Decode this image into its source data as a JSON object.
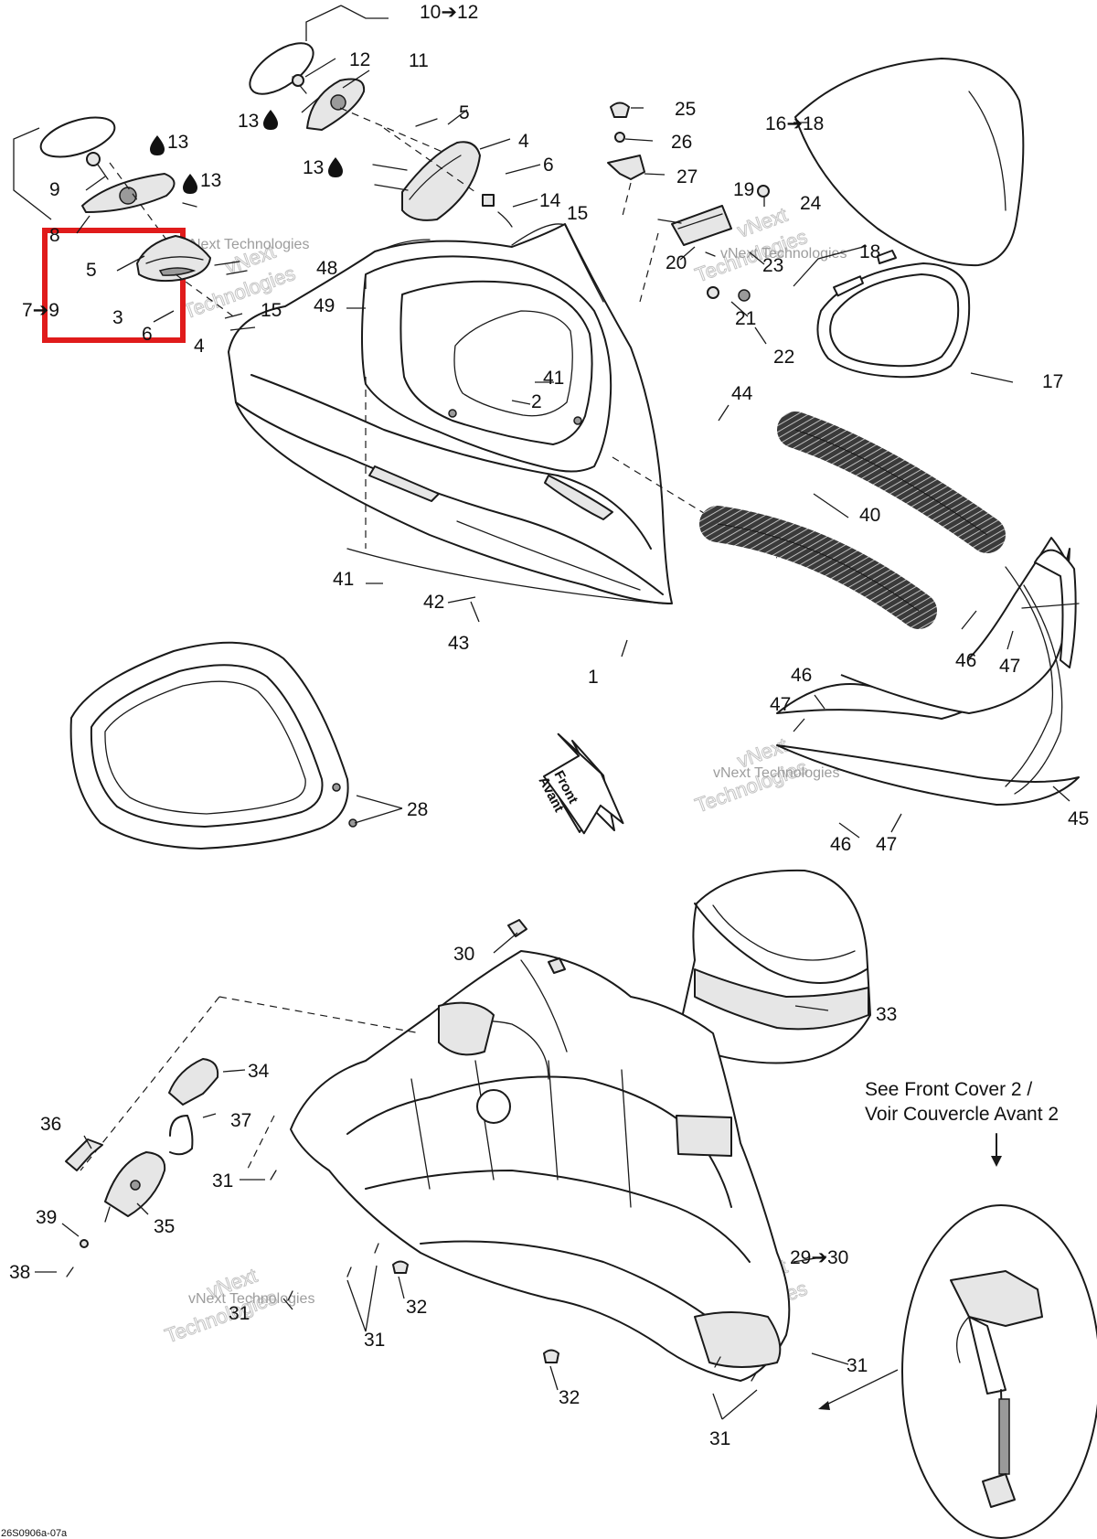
{
  "callouts": {
    "c1": "1",
    "c2": "2",
    "c3": "3",
    "c4a": "4",
    "c4b": "4",
    "c5a": "5",
    "c5b": "5",
    "c6a": "6",
    "c6b": "6",
    "c7_9": "7➔9",
    "c8": "8",
    "c9": "9",
    "c10_12": "10➔12",
    "c11": "11",
    "c12": "12",
    "c13a": "13",
    "c13b": "13",
    "c13c": "13",
    "c13d": "13",
    "c14": "14",
    "c15a": "15",
    "c15b": "15",
    "c16_18": "16➔18",
    "c17": "17",
    "c18": "18",
    "c19": "19",
    "c20": "20",
    "c21": "21",
    "c22": "22",
    "c23": "23",
    "c24": "24",
    "c25": "25",
    "c26": "26",
    "c27": "27",
    "c28": "28",
    "c29_30": "29➔30",
    "c30": "30",
    "c31a": "31",
    "c31b": "31",
    "c31c": "31",
    "c31d": "31",
    "c31e": "31",
    "c32a": "32",
    "c32b": "32",
    "c33": "33",
    "c34": "34",
    "c35": "35",
    "c36": "36",
    "c37": "37",
    "c38": "38",
    "c39": "39",
    "c40": "40",
    "c41a": "41",
    "c41b": "41",
    "c42": "42",
    "c43": "43",
    "c44": "44",
    "c45": "45",
    "c46a": "46",
    "c46b": "46",
    "c46c": "46",
    "c47a": "47",
    "c47b": "47",
    "c47c": "47",
    "c48": "48",
    "c49": "49"
  },
  "front_arrow": {
    "line1": "Front",
    "line2": "Avant"
  },
  "see_note": {
    "line1": "See Front Cover 2 /",
    "line2": "Voir Couvercle Avant 2"
  },
  "watermark": {
    "brand": "vNext",
    "sub": "vNext Technologies",
    "word": "Technologies"
  },
  "drawing_code": "26S0906a-07a",
  "highlight": {
    "color": "#e01b1b"
  }
}
